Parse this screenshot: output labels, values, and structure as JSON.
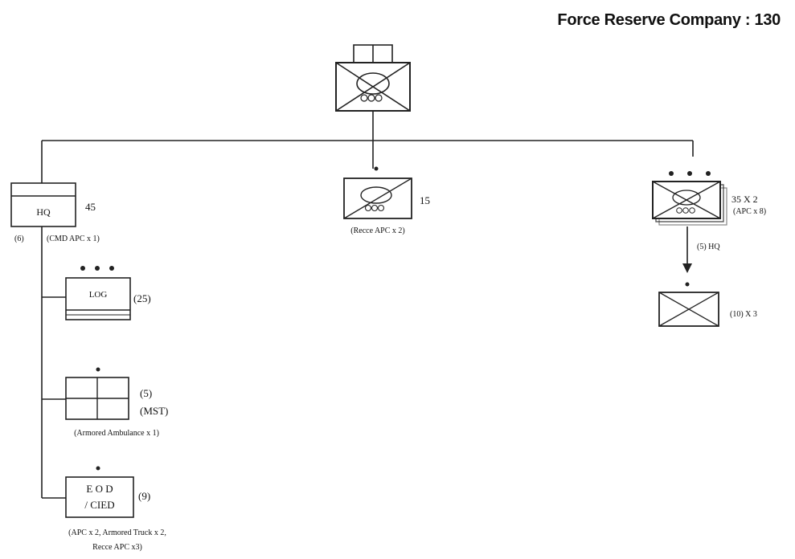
{
  "title": "Force Reserve Company : 130",
  "hq": {
    "label": "HQ",
    "strength": "45",
    "personnel": "(6)",
    "equipment": "(CMD APC x 1)"
  },
  "recce": {
    "strength": "15",
    "equipment": "(Recce APC x 2)"
  },
  "platoons": {
    "strength": "35 X 2",
    "equipment": "(APC x 8)",
    "hq_note": "(5) HQ",
    "sections": "(10) X 3"
  },
  "log": {
    "label": "LOG",
    "strength": "(25)"
  },
  "med": {
    "strength": "(5)",
    "label": "(MST)",
    "equipment": "(Armored Ambulance x 1)"
  },
  "eod": {
    "label_line1": "E O D",
    "label_line2": "/ CIED",
    "strength": "(9)",
    "equipment_line1": "(APC x 2, Armored Truck x 2,",
    "equipment_line2": "Recce APC x3)"
  }
}
